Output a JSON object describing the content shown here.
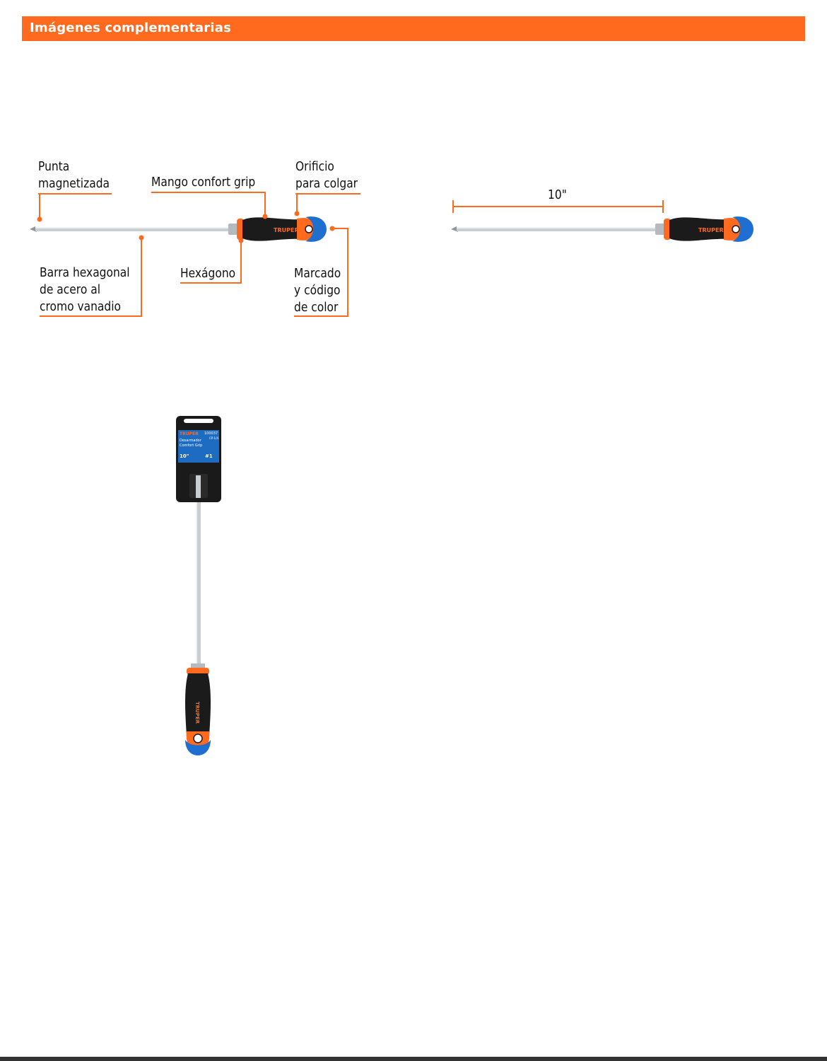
{
  "header": {
    "title": "Imágenes complementarias"
  },
  "callouts": {
    "tip": [
      "Punta",
      "magnetizada"
    ],
    "handle": [
      "Mango confort grip"
    ],
    "hang_hole": [
      "Orificio",
      "para colgar"
    ],
    "bar": [
      "Barra hexagonal",
      "de acero al",
      "cromo vanadio"
    ],
    "hexagon": [
      "Hexágono"
    ],
    "marking": [
      "Marcado",
      "y código",
      "de color"
    ]
  },
  "dimension": {
    "length": "10\""
  },
  "brand": "TRUPER",
  "package": {
    "code": "100037",
    "model": "CP-1/4",
    "line1": "Desarmador",
    "line2": "Comfort Grip",
    "size": "10\"",
    "tip": "#1"
  },
  "colors": {
    "accent": "#ff6a1f",
    "handle_black": "#1b1b1b",
    "handle_blue": "#1f6fd1",
    "shaft": "#c9ced3"
  }
}
